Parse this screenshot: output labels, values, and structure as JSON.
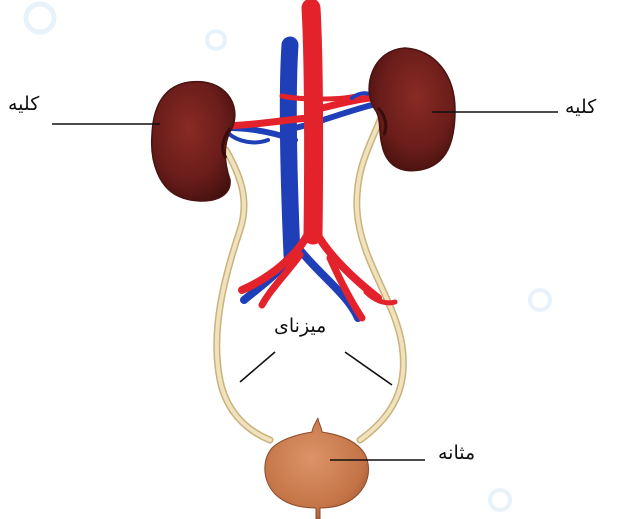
{
  "labels": {
    "kidney_left": "کلیه",
    "kidney_right": "کلیه",
    "ureters": "میزنای",
    "bladder": "مثانه"
  },
  "colors": {
    "kidney": "#6a1d1a",
    "aorta": "#e3222b",
    "vena_cava": "#1f3fb8",
    "ureter": "#e8d8b0",
    "bladder": "#c97a4e",
    "leader_line": "#111111"
  }
}
